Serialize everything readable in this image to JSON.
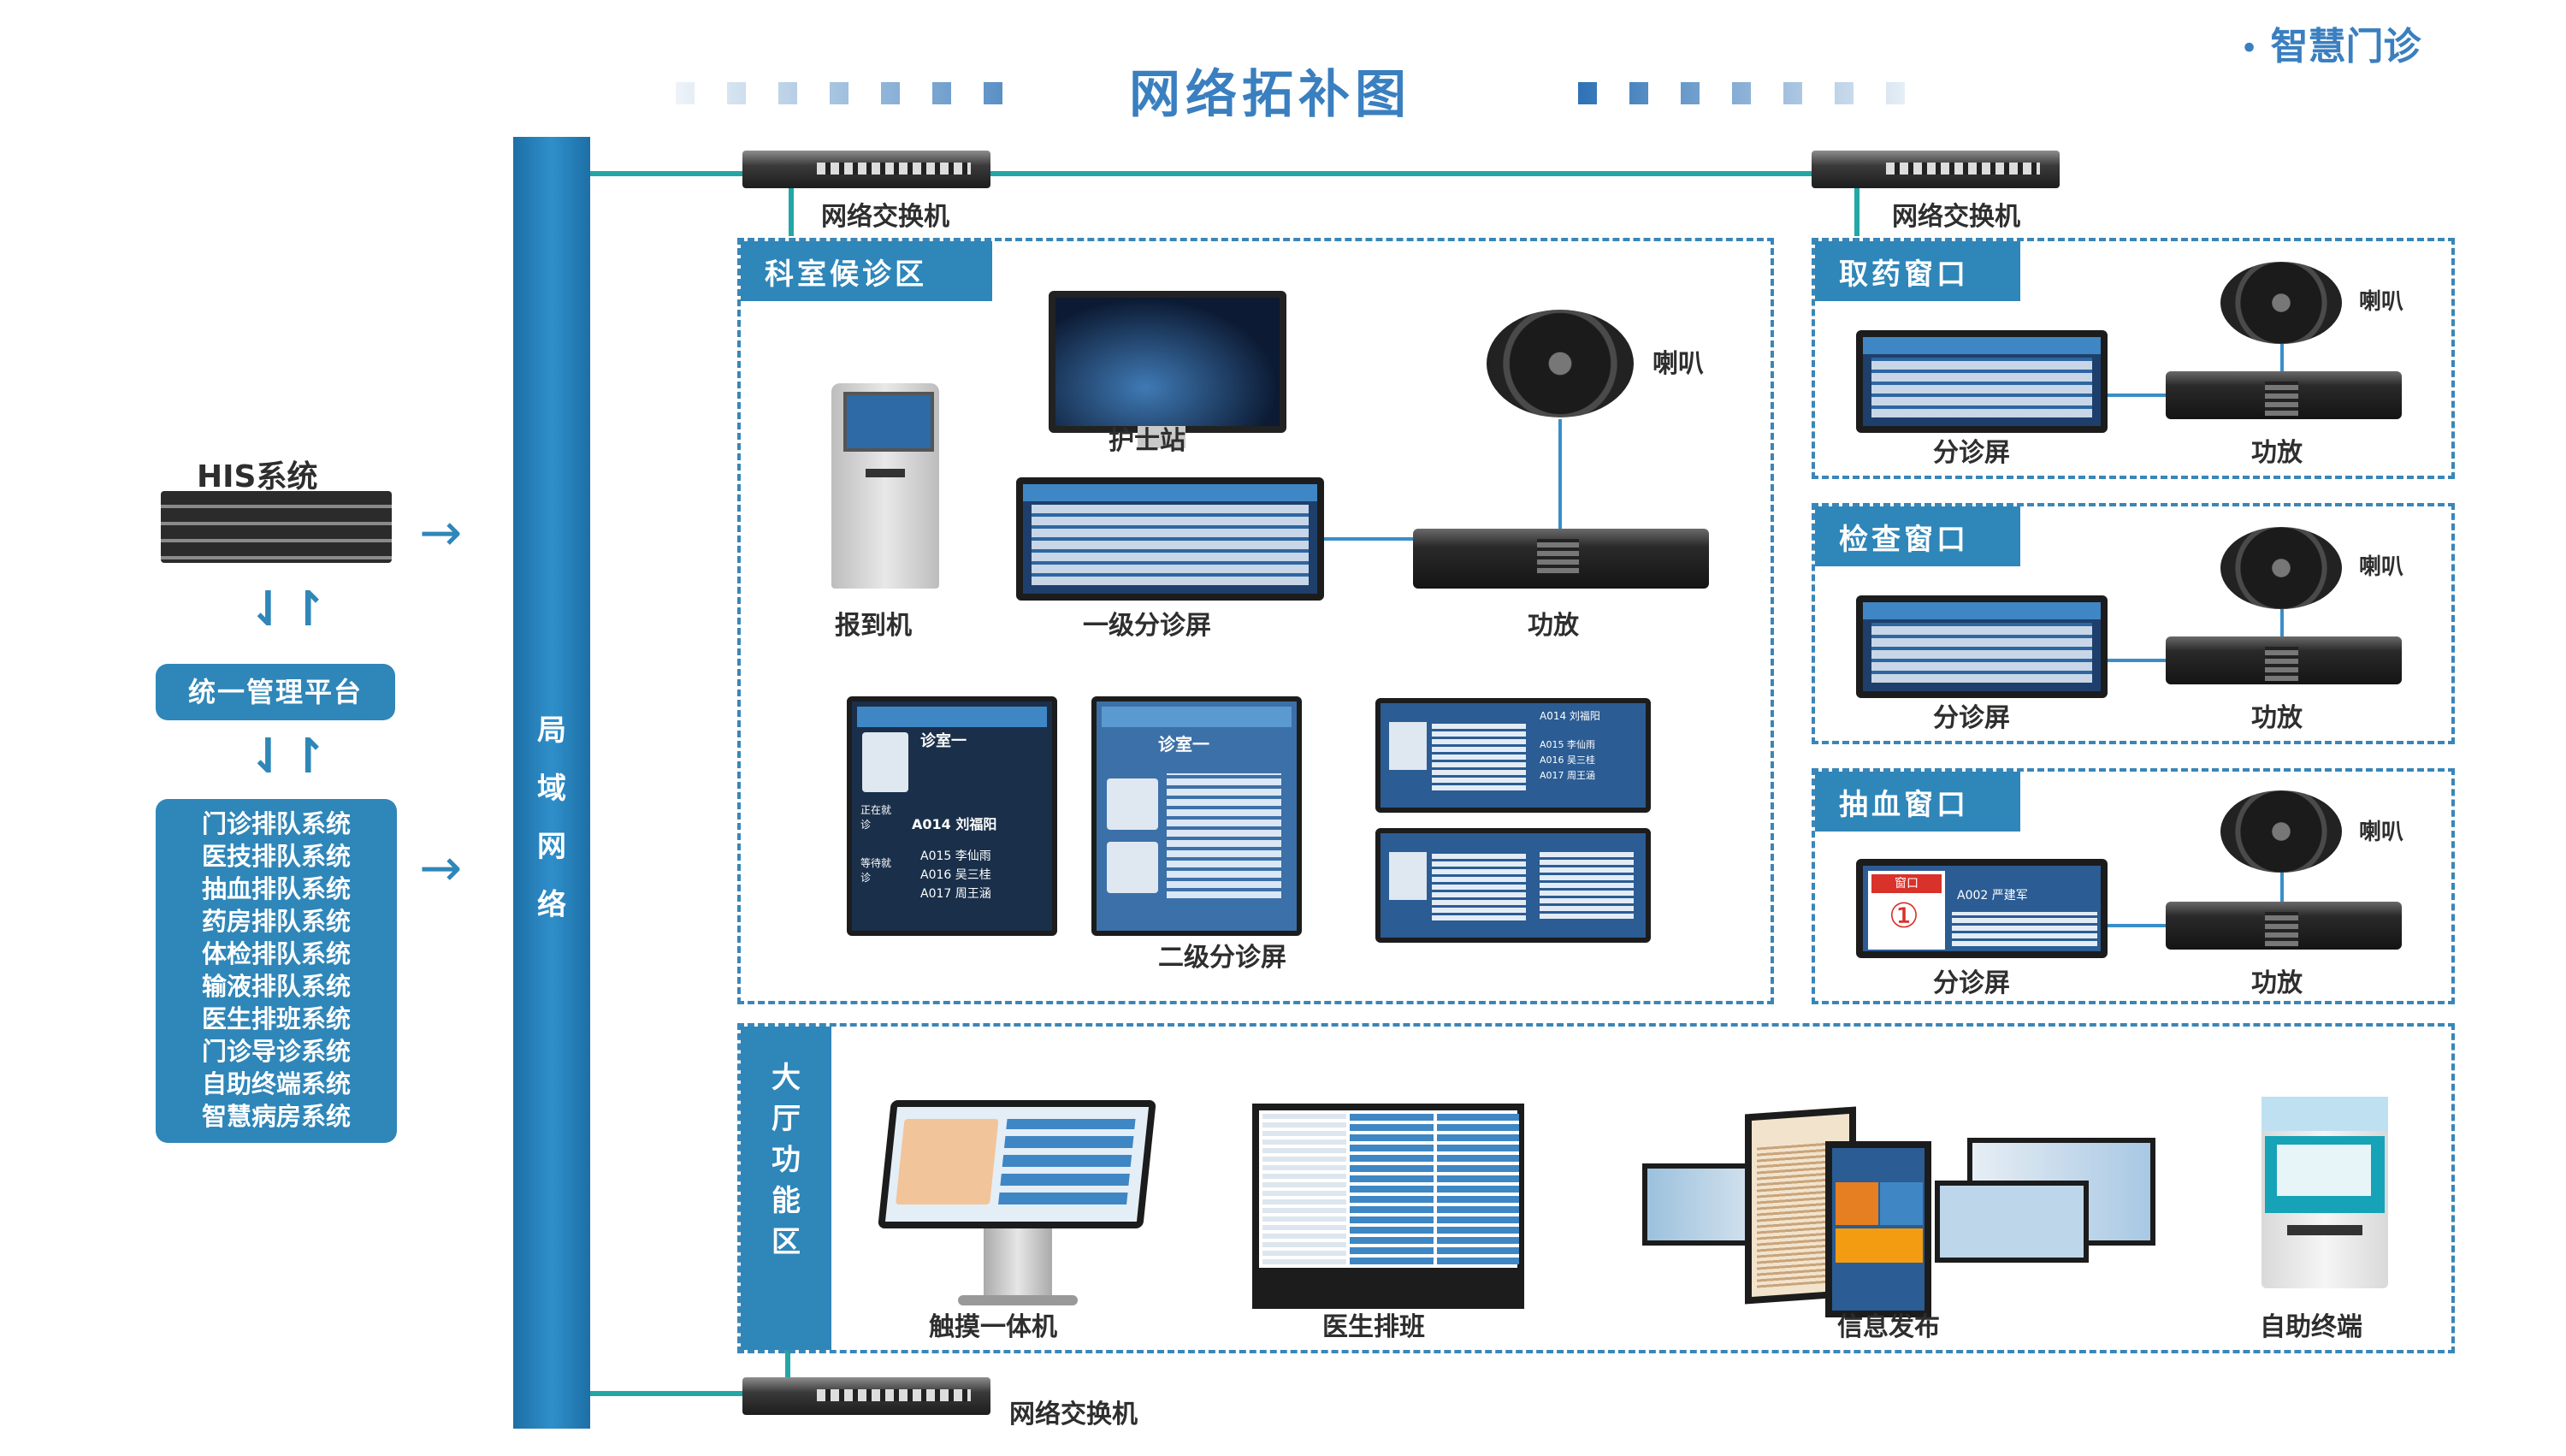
{
  "brand": {
    "bullet": "•",
    "text": "智慧门诊"
  },
  "title": "网络拓补图",
  "his": {
    "label": "HIS系统"
  },
  "platform": "统一管理平台",
  "systems": [
    "门诊排队系统",
    "医技排队系统",
    "抽血排队系统",
    "药房排队系统",
    "体检排队系统",
    "输液排队系统",
    "医生排班系统",
    "门诊导诊系统",
    "自助终端系统",
    "智慧病房系统"
  ],
  "lan": [
    "局",
    "域",
    "网",
    "络"
  ],
  "switches": {
    "top_left": "网络交换机",
    "top_right": "网络交换机",
    "bottom": "网络交换机"
  },
  "waiting_area": {
    "header": "科室候诊区",
    "kiosk": "报到机",
    "nurse_station": "护士站",
    "level1_screen": "一级分诊屏",
    "speaker": "喇叭",
    "amplifier": "功放",
    "level2_screen": "二级分诊屏",
    "portrait_1": {
      "title": "诊室一",
      "state": "正在就诊",
      "current": "A014 刘福阳",
      "next_label": "等待就诊",
      "queue": [
        "A015 李仙雨",
        "A016 吴三桂",
        "A017 周王涵"
      ]
    },
    "portrait_2": {
      "title": "诊室一"
    },
    "landscape": {
      "current": "A014 刘福阳",
      "queue": [
        "A015 李仙雨",
        "A016 吴三桂",
        "A017 周王涵"
      ]
    }
  },
  "windows": [
    {
      "header": "取药窗口",
      "screen": "分诊屏",
      "amp": "功放",
      "speaker": "喇叭"
    },
    {
      "header": "检查窗口",
      "screen": "分诊屏",
      "amp": "功放",
      "speaker": "喇叭"
    },
    {
      "header": "抽血窗口",
      "screen": "分诊屏",
      "amp": "功放",
      "speaker": "喇叭",
      "window_label": "窗口",
      "window_no": "①",
      "call": "A002 严建军"
    }
  ],
  "hall": {
    "header": [
      "大",
      "厅",
      "功",
      "能",
      "区"
    ],
    "touch": "触摸一体机",
    "schedule": "医生排班",
    "info": "信息发布",
    "terminal": "自助终端"
  },
  "colors": {
    "accent": "#2f86b8",
    "line": "#23a6a6",
    "title": "#3a7fbf"
  }
}
